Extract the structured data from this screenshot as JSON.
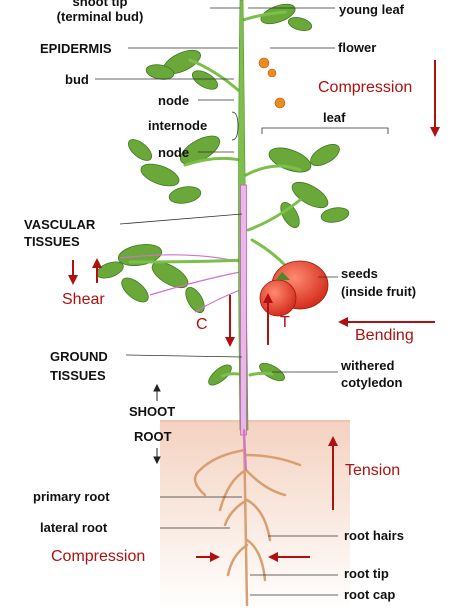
{
  "labels": {
    "shoot_tip_1": "shoot tip",
    "shoot_tip_2": "(terminal bud)",
    "epidermis": "EPIDERMIS",
    "bud": "bud",
    "node_1": "node",
    "internode": "internode",
    "node_2": "node",
    "vascular_1": "VASCULAR",
    "vascular_2": "TISSUES",
    "ground_1": "GROUND",
    "ground_2": "TISSUES",
    "shoot": "SHOOT",
    "root": "ROOT",
    "primary_root": "primary root",
    "lateral_root": "lateral root",
    "young_leaf": "young leaf",
    "flower": "flower",
    "leaf": "leaf",
    "seeds_1": "seeds",
    "seeds_2": "(inside fruit)",
    "withered_1": "withered",
    "withered_2": "cotyledon",
    "root_hairs": "root hairs",
    "root_tip": "root tip",
    "root_cap": "root cap"
  },
  "forces": {
    "compression_top": "Compression",
    "shear": "Shear",
    "c": "C",
    "t": "T",
    "bending": "Bending",
    "tension": "Tension",
    "compression_bottom": "Compression"
  },
  "colors": {
    "force_arrow": "#b01010",
    "leaf_green": "#6aa83a",
    "stem_green": "#7cc04a",
    "vascular": "#d070d0",
    "fruit": "#e04030",
    "root": "#d8a070",
    "soil": "#f5d8c8"
  }
}
